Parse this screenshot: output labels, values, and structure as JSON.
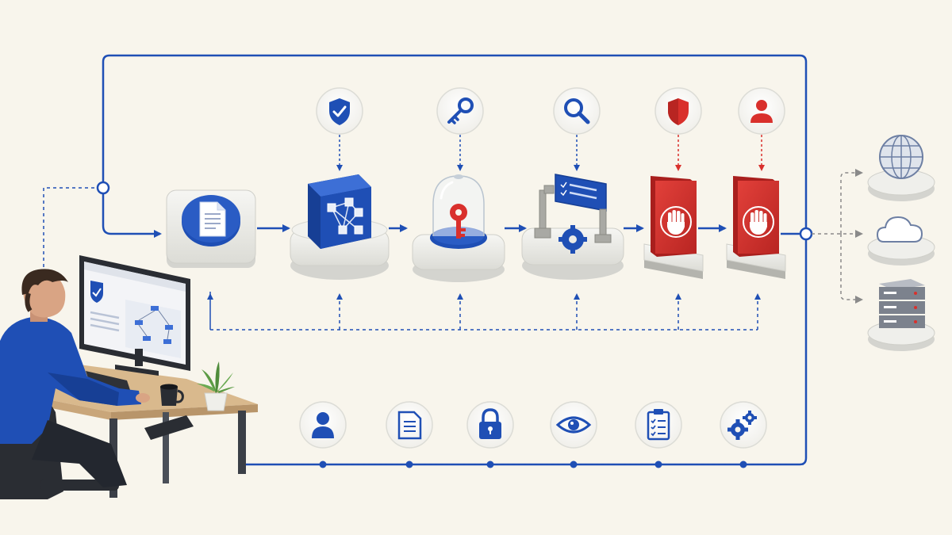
{
  "colors": {
    "background": "#f8f5ec",
    "primary_blue": "#1f4fb5",
    "dark_blue": "#173f95",
    "alert_red": "#d9302c",
    "dark_red": "#a91f1d",
    "platform": "#ebebe7",
    "platform_edge": "#c8c8c2",
    "connector_gray": "#8a8a8a",
    "icon_circle_border": "#dcdcd6"
  },
  "pipeline": {
    "stages": [
      {
        "name": "document",
        "top_icon": null
      },
      {
        "name": "network-cube",
        "top_icon": "shield-check-icon"
      },
      {
        "name": "key-vault-dome",
        "top_icon": "key-icon"
      },
      {
        "name": "inspection-machine",
        "top_icon": "magnifier-icon"
      },
      {
        "name": "block-gate-1",
        "top_icon": "red-shield-icon"
      },
      {
        "name": "block-gate-2",
        "top_icon": "red-user-icon"
      }
    ],
    "outputs": [
      "globe-icon",
      "cloud-icon",
      "server-stack-icon"
    ]
  },
  "bottom_icons": [
    "user-icon",
    "document-icon",
    "lock-icon",
    "eye-icon",
    "checklist-icon",
    "gears-icon"
  ]
}
